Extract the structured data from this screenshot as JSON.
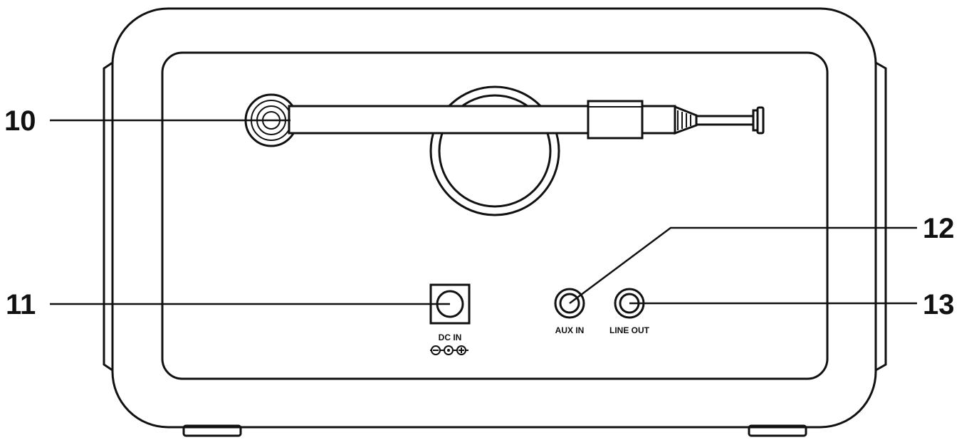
{
  "callouts": {
    "antenna": "10",
    "dc_in": "11",
    "aux_in": "12",
    "line_out": "13"
  },
  "ports": {
    "dc_in_label": "DC IN",
    "aux_in_label": "AUX IN",
    "line_out_label": "LINE OUT"
  },
  "colors": {
    "line": "#111111",
    "background": "#ffffff"
  }
}
